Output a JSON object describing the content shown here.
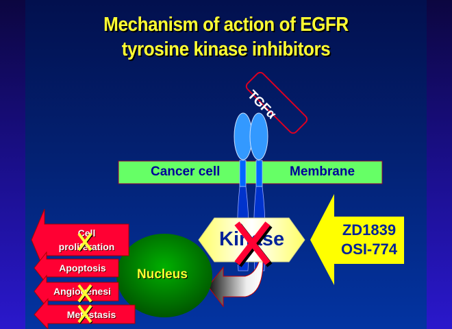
{
  "title": {
    "line1": "Mechanism of action of EGFR",
    "line2": "tyrosine kinase inhibitors"
  },
  "ligand": "TGFα",
  "membrane": {
    "left_label": "Cancer cell",
    "right_label": "Membrane"
  },
  "kinase_label": "Kinase",
  "inhibitors": {
    "line1": "ZD1839",
    "line2": "OSI-774"
  },
  "nucleus_label": "Nucleus",
  "outcomes": [
    {
      "line1": "Cell",
      "line2": "proliferation",
      "blocked": true
    },
    {
      "label": "Apoptosis",
      "blocked": false
    },
    {
      "label": "Angiogenesi",
      "blocked": true
    },
    {
      "label": "Metastasis",
      "blocked": true
    }
  ],
  "block_mark": "X",
  "colors": {
    "title": "#ffff33",
    "membrane": "#66ff66",
    "outcome_arrow": "#ff0033",
    "inhibitor_arrow": "#ffff00",
    "nucleus": "#009900",
    "receptor": "#3399ff"
  }
}
